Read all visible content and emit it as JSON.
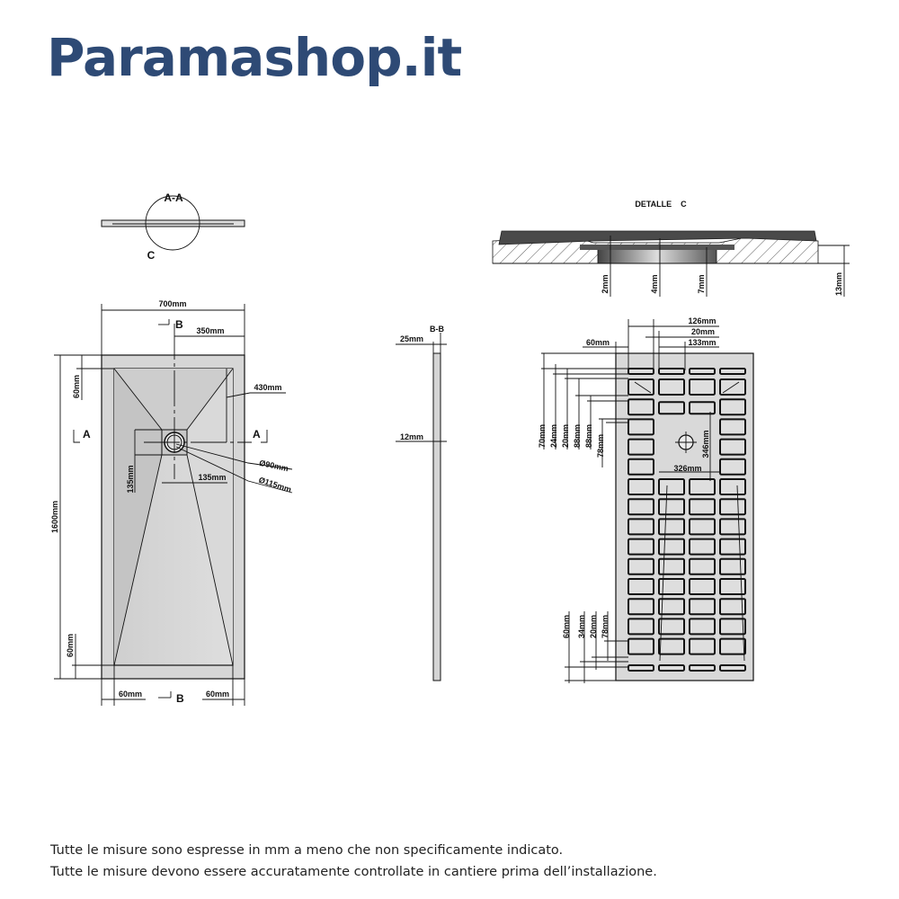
{
  "brand": {
    "name": "Paramashop.it",
    "color": "#2e4a75"
  },
  "drawing": {
    "section_aa": {
      "title": "A-A",
      "detail_marker": "C"
    },
    "plan": {
      "width": "700mm",
      "half_width": "350mm",
      "length": "1600mm",
      "top_margin": "60mm",
      "slope_length": "430mm",
      "section_a_left": "A",
      "section_a_right": "A",
      "section_b_top": "B",
      "section_b_bottom": "B",
      "drain_diameter_inner": "Ø90mm",
      "drain_diameter_outer": "Ø115mm",
      "drain_square_v": "135mm",
      "drain_square_h": "135mm",
      "bottom_margin": "60mm",
      "left_margin": "60mm",
      "right_margin": "60mm"
    },
    "section_bb": {
      "title": "B-B",
      "edge_thickness": "25mm",
      "center_thickness": "12mm"
    },
    "detail_c": {
      "title": "DETALLE    C",
      "d1": "2mm",
      "d2": "4mm",
      "d3": "7mm",
      "total": "13mm"
    },
    "underside": {
      "top_dims": [
        "126mm",
        "20mm",
        "133mm",
        "60mm"
      ],
      "left_dims": [
        "70mm",
        "24mm",
        "20mm",
        "88mm",
        "88mm",
        "78mm"
      ],
      "drain_v": "346mm",
      "drain_h": "326mm",
      "bottom_dims": [
        "60mm",
        "34mm",
        "20mm",
        "78mm"
      ]
    }
  },
  "footer": {
    "line1": "Tutte le misure sono espresse in mm a meno che non specificamente indicato.",
    "line2": "Tutte le misure devono essere accuratamente controllate in cantiere prima dell’installazione."
  }
}
